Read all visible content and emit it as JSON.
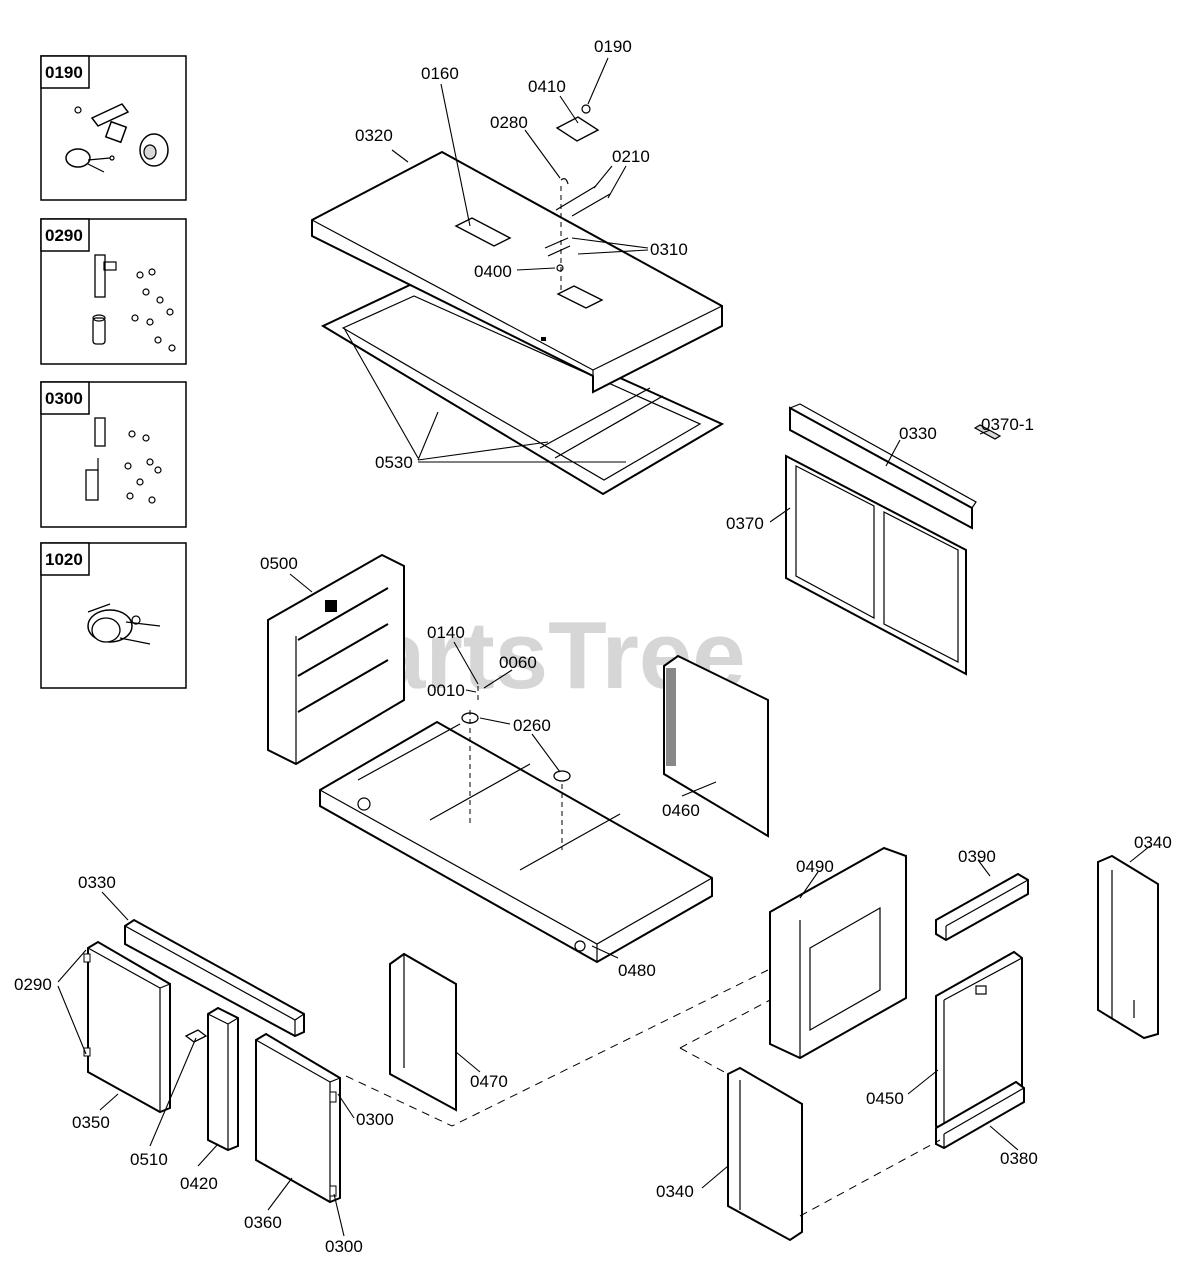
{
  "watermark": {
    "text": "PartsTree",
    "tm": "TM"
  },
  "detail_boxes": [
    {
      "id": "box-0190",
      "label": "0190"
    },
    {
      "id": "box-0290",
      "label": "0290"
    },
    {
      "id": "box-0300",
      "label": "0300"
    },
    {
      "id": "box-1020",
      "label": "1020"
    }
  ],
  "callouts": {
    "c0190": "0190",
    "c0160": "0160",
    "c0410": "0410",
    "c0280": "0280",
    "c0320": "0320",
    "c0210": "0210",
    "c0310": "0310",
    "c0400": "0400",
    "c0530": "0530",
    "c0330_top": "0330",
    "c0370_1": "0370-1",
    "c0370": "0370",
    "c0500": "0500",
    "c0140": "0140",
    "c0060": "0060",
    "c0010": "0010",
    "c0260": "0260",
    "c0460": "0460",
    "c0480": "0480",
    "c0330_bot": "0330",
    "c0290": "0290",
    "c0350": "0350",
    "c0510": "0510",
    "c0420": "0420",
    "c0360": "0360",
    "c0300_a": "0300",
    "c0300_b": "0300",
    "c0470": "0470",
    "c0490": "0490",
    "c0390": "0390",
    "c0340_right": "0340",
    "c0450": "0450",
    "c0380": "0380",
    "c0340_bot": "0340"
  }
}
